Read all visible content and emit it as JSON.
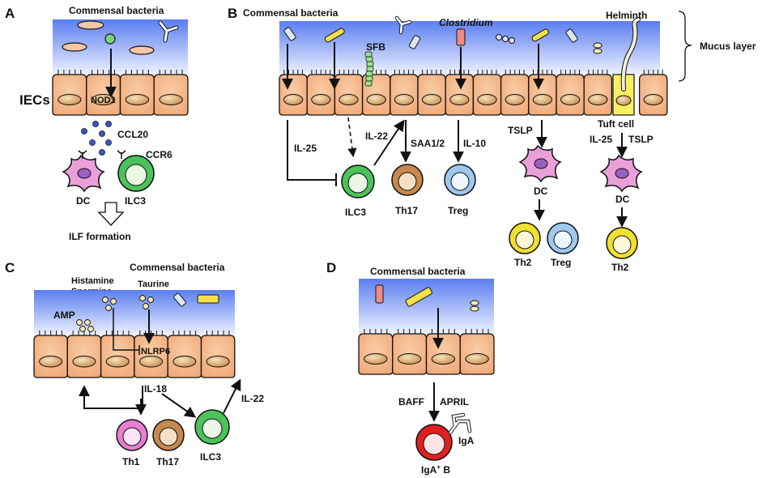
{
  "panelA": {
    "letter": "A",
    "bacteria": "Commensal bacteria",
    "iecs": "IECs",
    "nod1": "NOD1",
    "ccl20": "CCL20",
    "ccr6": "CCR6",
    "dc": "DC",
    "ilc3": "ILC3",
    "ilf": "ILF formation"
  },
  "panelB": {
    "letter": "B",
    "bacteria": "Commensal bacteria",
    "sfb": "SFB",
    "clostridium": "Clostridium",
    "helminth": "Helminth",
    "mucus": "Mucus layer",
    "il25_left": "IL-25",
    "il22": "IL-22",
    "saa": "SAA1/2",
    "il10": "IL-10",
    "tslp": "TSLP",
    "tuft": "Tuft cell",
    "il25_right": "IL-25",
    "tslp_right": "TSLP",
    "ilc3": "ILC3",
    "th17": "Th17",
    "treg": "Treg",
    "dc1": "DC",
    "dc2": "DC",
    "th2a": "Th2",
    "treg2": "Treg",
    "th2b": "Th2"
  },
  "panelC": {
    "letter": "C",
    "bacteria": "Commensal bacteria",
    "histamine": "Histamine",
    "spermine": "Spermine",
    "taurine": "Taurine",
    "amp": "AMP",
    "nlrp6": "NLRP6",
    "il18": "IL-18",
    "il22": "IL-22",
    "th1": "Th1",
    "th17": "Th17",
    "ilc3": "ILC3"
  },
  "panelD": {
    "letter": "D",
    "bacteria": "Commensal bacteria",
    "baff": "BAFF",
    "april": "APRIL",
    "iga": "IgA",
    "igab": "IgA",
    "igab_sup": "+",
    "igab_suffix": " B"
  },
  "colors": {
    "mucus_top": "#5a7ef0",
    "cell_fill": "#f4b58a",
    "nucleus": "#d9a060",
    "ilc3_ring": "#4cc25a",
    "th17_ring": "#c8894e",
    "treg_ring": "#9ec8ef",
    "th2_ring": "#f0e030",
    "th1_ring": "#e87ed0",
    "igab_ring": "#e02020",
    "dc_fill": "#e9a0d8",
    "tuft_fill": "#f8f060"
  }
}
